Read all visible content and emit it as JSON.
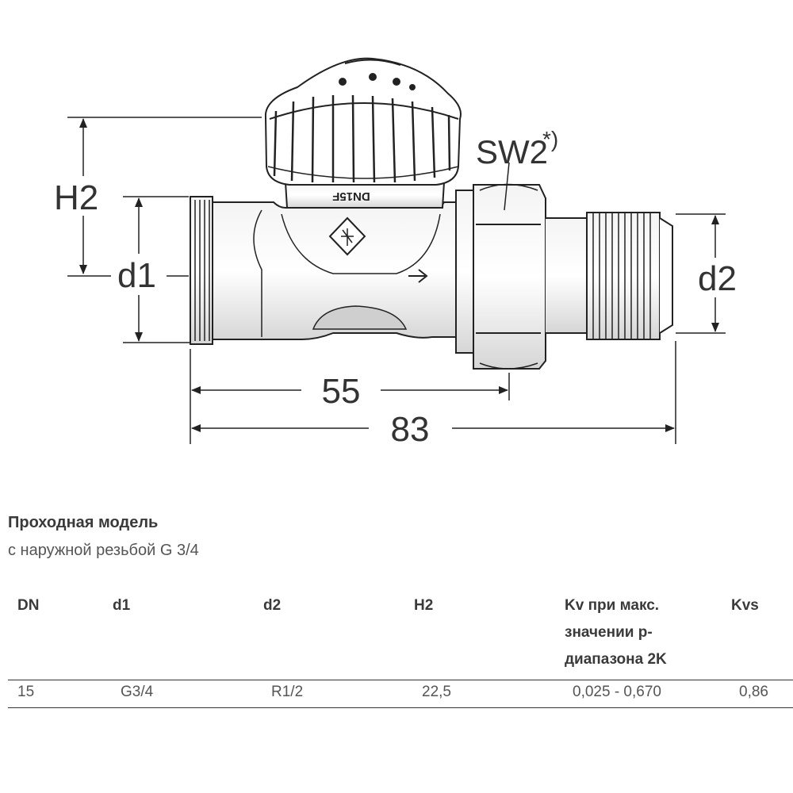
{
  "drawing": {
    "labels": {
      "h2": "H2",
      "d1": "d1",
      "d2": "d2",
      "sw2": "SW2",
      "sw2_note": "*)",
      "dim_55": "55",
      "dim_83": "83"
    },
    "stamp_text": "DN15F"
  },
  "model": {
    "title": "Проходная модель",
    "subtitle": "с наружной резьбой G 3/4"
  },
  "table": {
    "headers": [
      "DN",
      "d1",
      "d2",
      "H2",
      "Kv при макс. значении р-диапазона 2K",
      "Kvs"
    ],
    "rows": [
      [
        "15",
        "G3/4",
        "R1/2",
        "22,5",
        "0,025 - 0,670",
        "0,86"
      ]
    ]
  }
}
